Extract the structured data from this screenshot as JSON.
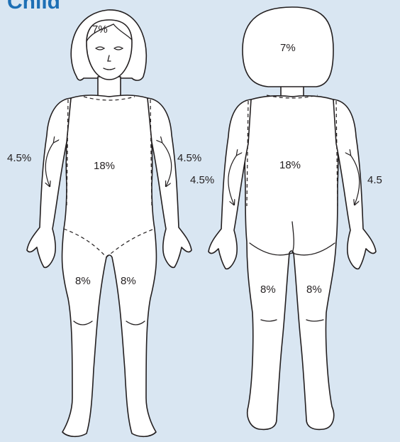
{
  "header": {
    "title": "Child"
  },
  "front": {
    "head": "7%",
    "trunk": "18%",
    "right_arm": "4.5%",
    "left_arm": "4.5%",
    "right_leg": "8%",
    "left_leg": "8%"
  },
  "back": {
    "head": "7%",
    "trunk": "18%",
    "right_arm": "4.5%",
    "left_arm": "4.5",
    "right_leg": "8%",
    "left_leg": "8%"
  },
  "colors": {
    "background": "#d9e6f2",
    "title": "#1d6fb5",
    "outline": "#231f20"
  }
}
